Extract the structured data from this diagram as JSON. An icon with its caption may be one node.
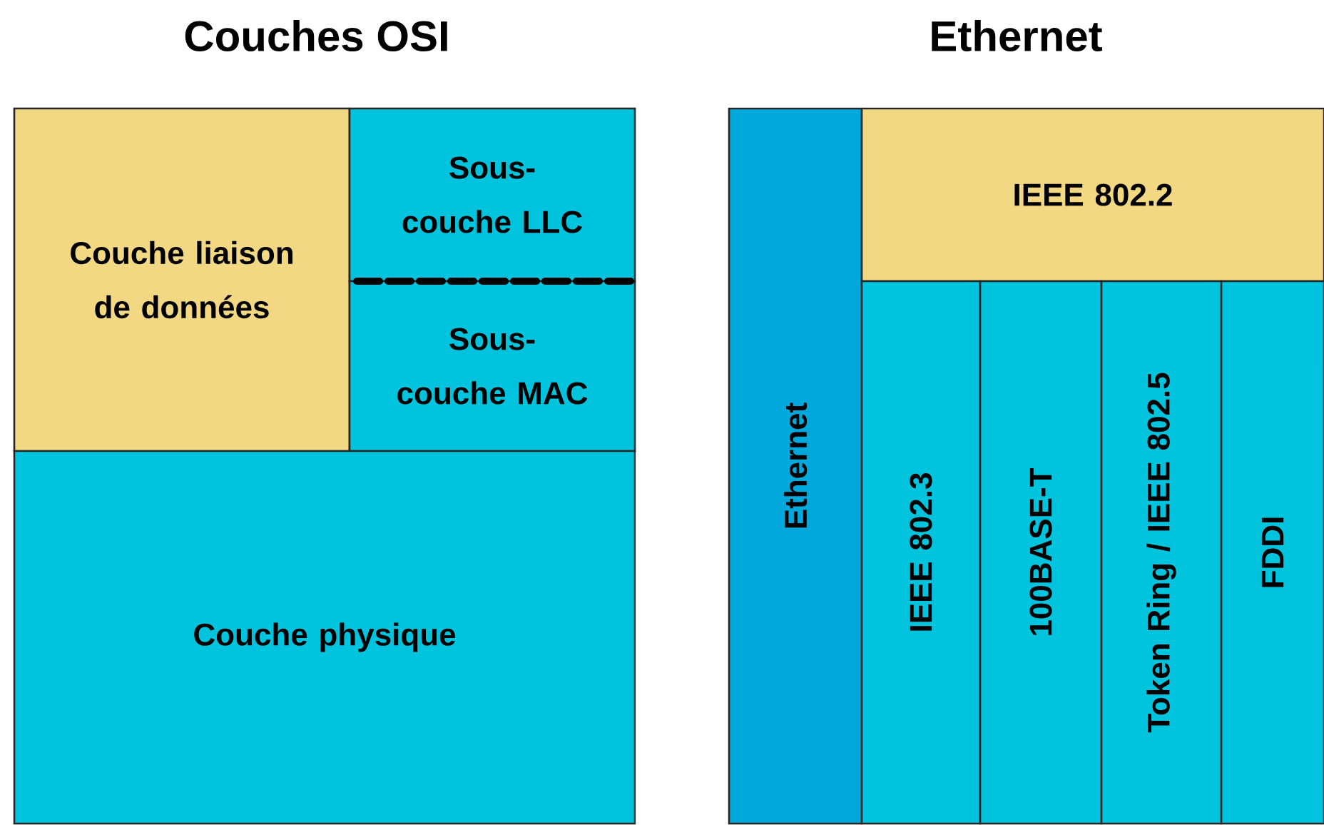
{
  "diagram": {
    "nodes": [
      {
        "text": [
          "Couche liaison de données"
        ]
      },
      {
        "text": [
          "Sous-couche LLC"
        ]
      },
      {
        "text": [
          "Sous-couche MAC"
        ]
      },
      {
        "text": [
          "Couche physique"
        ]
      },
      {
        "text": [
          "Ethernet"
        ]
      },
      {
        "text": [
          "IEEE 802.2"
        ]
      },
      {
        "text": [
          "IEEE 802.3"
        ]
      },
      {
        "text": [
          "100BASE-T"
        ]
      },
      {
        "text": [
          "Token Ring / IEEE 802.5"
        ]
      },
      {
        "text": [
          "FDDI"
        ]
      }
    ],
    "labels": [
      "Couches OSI",
      "Ethernet"
    ]
  }
}
